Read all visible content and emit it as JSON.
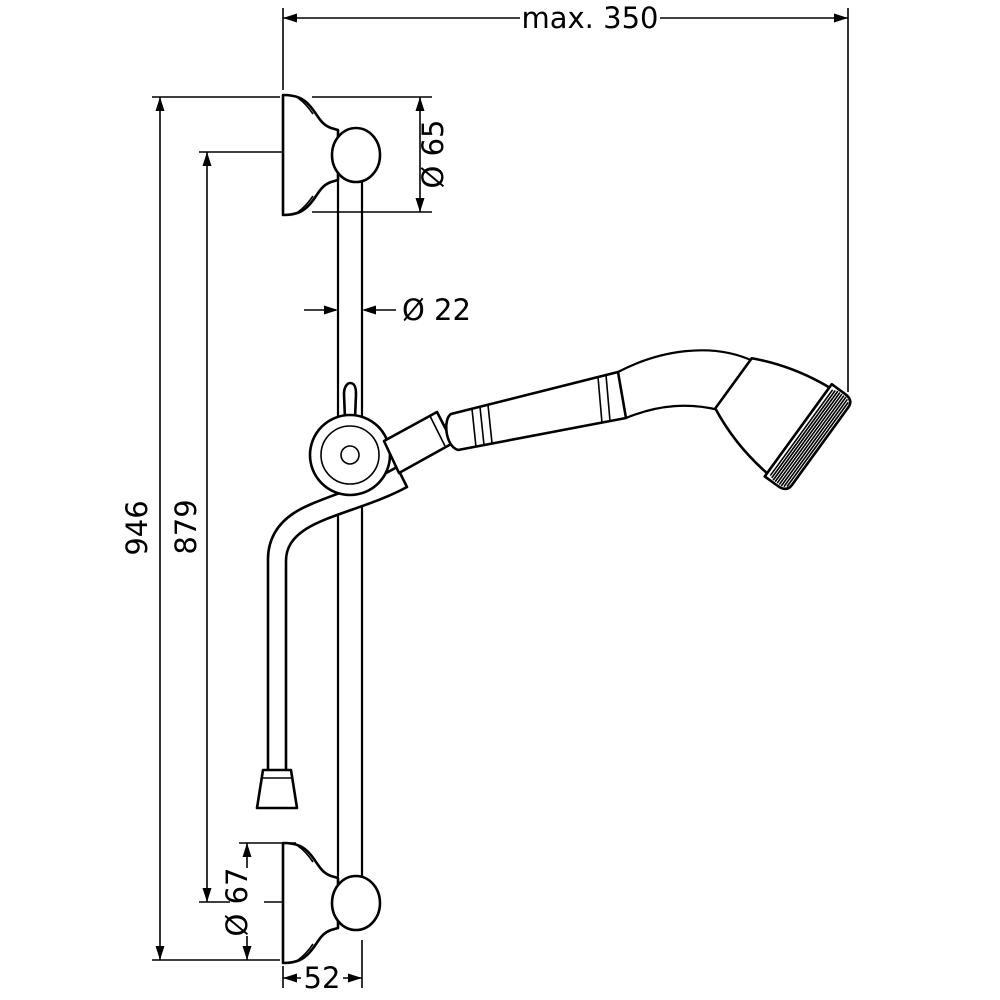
{
  "drawing": {
    "type": "shower-set-dimension-drawing",
    "dimensions": {
      "max_width": "max. 350",
      "overall_height": "946",
      "mounting_distance": "879",
      "top_escutcheon_diameter": "Ø 65",
      "bar_diameter": "Ø 22",
      "bottom_escutcheon_diameter": "Ø 67",
      "base_width": "52"
    }
  }
}
